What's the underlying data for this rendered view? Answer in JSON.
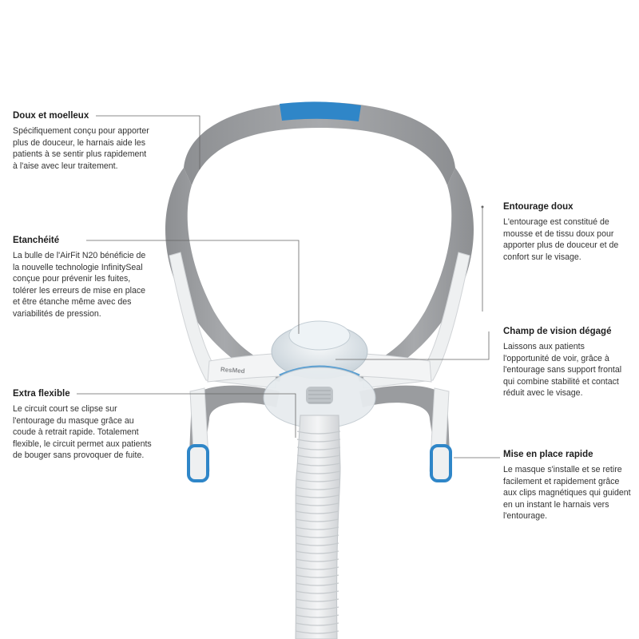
{
  "brand": {
    "logo_text": "ResMed"
  },
  "callouts": {
    "doux": {
      "title": "Doux et moelleux",
      "text": "Spécifiquement conçu pour apporter plus de douceur, le harnais aide les patients à se sentir plus rapidement à l'aise avec leur traitement."
    },
    "etancheite": {
      "title": "Etanchéité",
      "text": "La bulle de l'AirFit N20 bénéficie de la nouvelle technologie InfinitySeal conçue pour prévenir les fuites, tolérer les erreurs de mise en place et être étanche même avec des variabilités de pression."
    },
    "flexible": {
      "title": "Extra flexible",
      "text": "Le circuit court se clipse sur l'entourage du masque grâce au coude à retrait rapide. Totalement flexible, le circuit permet aux patients de bouger sans provoquer de fuite."
    },
    "entourage": {
      "title": "Entourage doux",
      "text": "L'entourage est constitué de mousse et de tissu doux pour apporter plus de douceur et de confort sur le visage."
    },
    "champ": {
      "title": "Champ de vision dégagé",
      "text": "Laissons aux patients l'opportunité de voir, grâce à l'entourage sans support frontal qui combine stabilité et contact réduit avec le visage."
    },
    "mise": {
      "title": "Mise en place rapide",
      "text": "Le masque s'installe et se retire facilement et rapidement grâce aux clips magnétiques qui guident en un instant le harnais vers l'entourage."
    }
  },
  "colors": {
    "strap_gray": "#9c9ea1",
    "strap_dark": "#7f8184",
    "accent_blue": "#2f86c8",
    "frame_white": "#f1f2f3",
    "leader_line": "#666666"
  }
}
